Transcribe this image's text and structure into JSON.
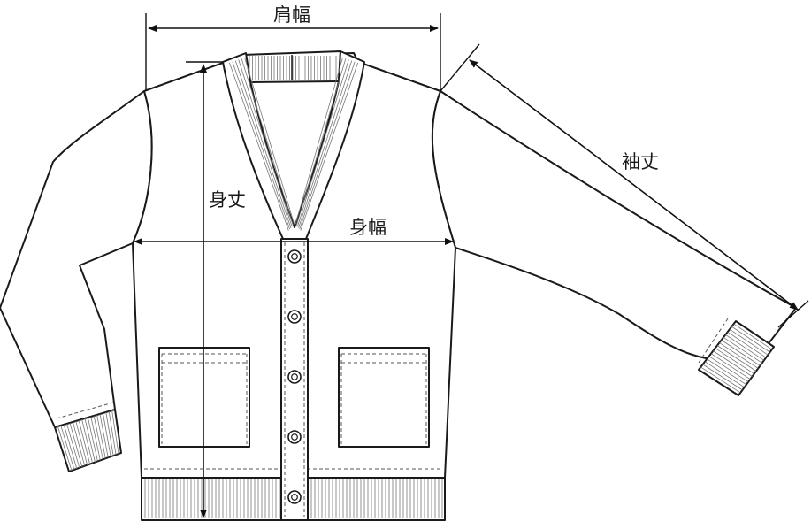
{
  "labels": {
    "shoulder_width": "肩幅",
    "body_length": "身丈",
    "body_width": "身幅",
    "sleeve_length": "袖丈"
  },
  "colors": {
    "line": "#1a1a1a",
    "fill": "#ffffff",
    "rib": "#777777"
  },
  "buttons": {
    "count": 5
  }
}
